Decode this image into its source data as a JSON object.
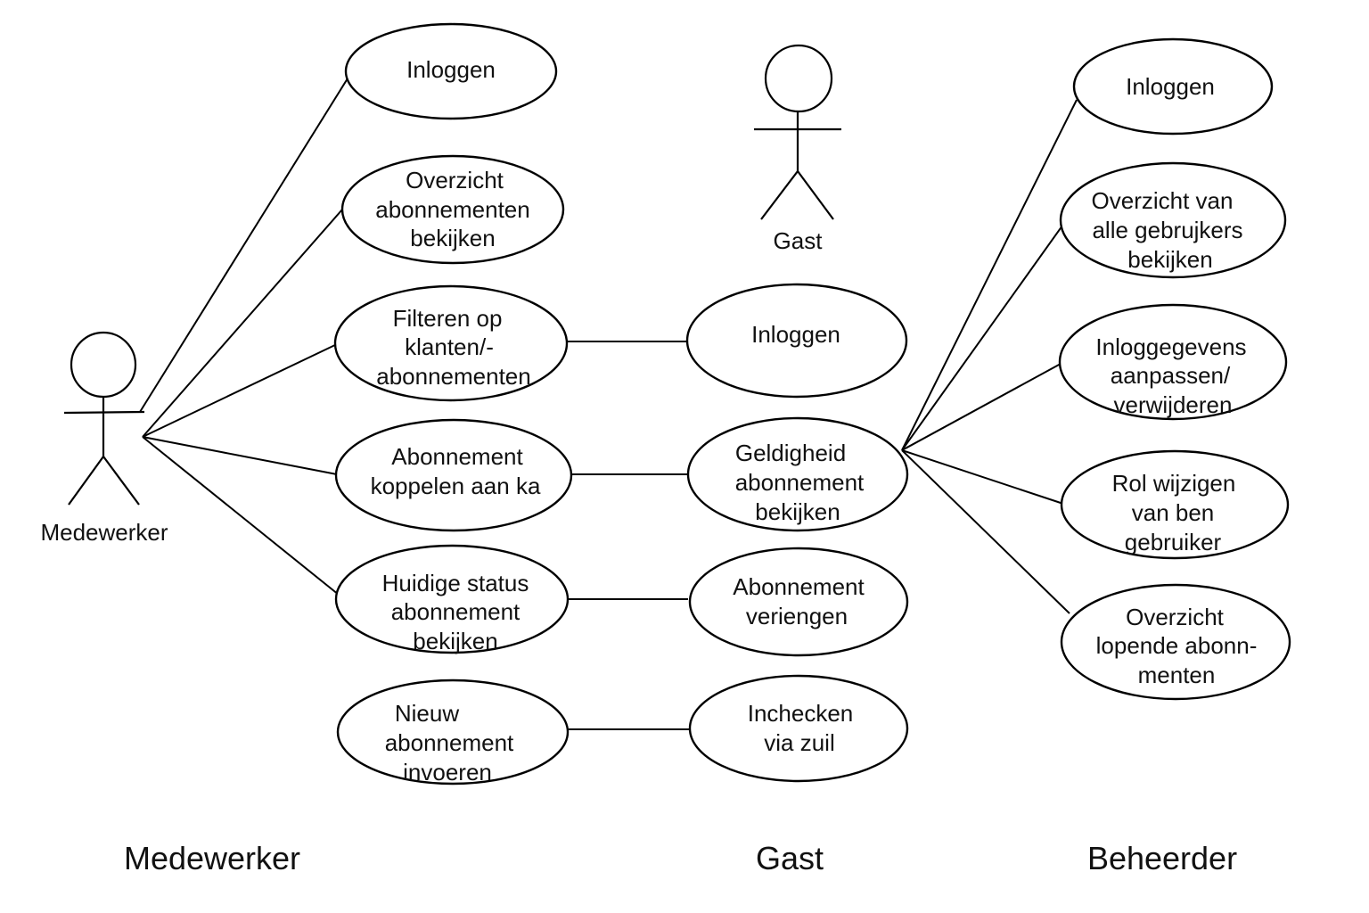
{
  "actors": {
    "medewerker": "Medewerker",
    "gast": "Gast"
  },
  "columns": {
    "medewerker": "Medewerker",
    "gast": "Gast",
    "beheerder": "Beheerder"
  },
  "medewerker_use_cases": {
    "inloggen": [
      "Inloggen"
    ],
    "overzicht": [
      "Overzicht",
      "abonnementen",
      "bekijken"
    ],
    "filteren": [
      "Filteren op",
      "klanten/-",
      "abonnementen"
    ],
    "koppelen": [
      "Abonnement",
      "koppelen aan ka"
    ],
    "status": [
      "Huidige status",
      "abonnement",
      "bekijken"
    ],
    "nieuw": [
      "Nieuw",
      "abonnement",
      "invoeren"
    ]
  },
  "gast_use_cases": {
    "inloggen": [
      "Inloggen"
    ],
    "geldigheid": [
      "Geldigheid",
      "abonnement",
      "bekijken"
    ],
    "verlengen": [
      "Abonnement",
      "veriengen"
    ],
    "inchecken": [
      "Inchecken",
      "via zuil"
    ]
  },
  "beheerder_use_cases": {
    "inloggen": [
      "Inloggen"
    ],
    "overzicht_gebruikers": [
      "Overzicht van",
      "alle gebrujkers",
      "bekijken"
    ],
    "inloggegevens": [
      "Inloggegevens",
      "aanpassen/",
      "verwijderen"
    ],
    "rol": [
      "Rol wijzigen",
      "van ben",
      "gebruiker"
    ],
    "lopende": [
      "Overzicht",
      "lopende abonn-",
      "menten"
    ]
  }
}
